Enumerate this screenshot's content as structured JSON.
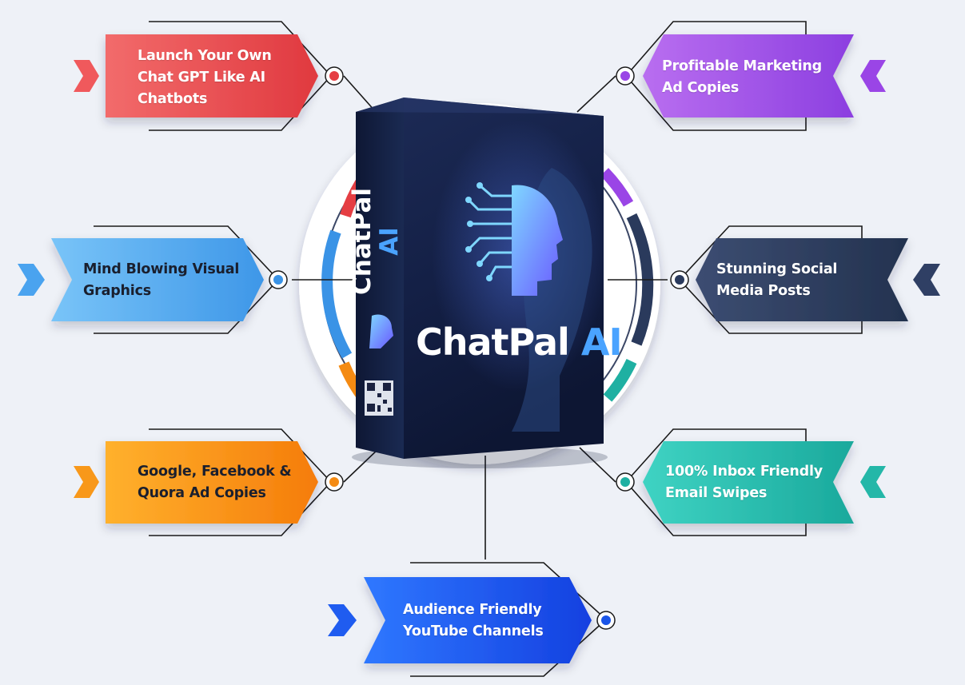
{
  "product": {
    "name": "ChatPal",
    "suffix": "AI",
    "icon": "circuit-head-icon"
  },
  "features": [
    {
      "id": "chatbots",
      "lines": [
        "Launch Your Own",
        "Chat GPT Like AI",
        "Chatbots"
      ],
      "color_from": "#f26b6b",
      "color_to": "#e0393f",
      "dot": "#e53e43"
    },
    {
      "id": "marketing",
      "lines": [
        "Profitable Marketing",
        "Ad Copies"
      ],
      "color_from": "#b96ef0",
      "color_to": "#8c3fe0",
      "dot": "#9a45e6"
    },
    {
      "id": "graphics",
      "lines": [
        "Mind Blowing Visual",
        "Graphics"
      ],
      "color_from": "#79c4f8",
      "color_to": "#3e97e8",
      "dot": "#3a93e6"
    },
    {
      "id": "social",
      "lines": [
        "Stunning Social",
        "Media Posts"
      ],
      "color_from": "#3c4d72",
      "color_to": "#23324f",
      "dot": "#2a3a5c"
    },
    {
      "id": "adcopies",
      "lines": [
        "Google, Facebook &",
        "Quora Ad Copies"
      ],
      "color_from": "#ffb12d",
      "color_to": "#f57c0a",
      "dot": "#f48a12"
    },
    {
      "id": "email",
      "lines": [
        "100% Inbox Friendly",
        "Email Swipes"
      ],
      "color_from": "#3fd3c3",
      "color_to": "#1aa99c",
      "dot": "#1fb0a2"
    },
    {
      "id": "youtube",
      "lines": [
        "Audience Friendly",
        "YouTube Channels"
      ],
      "color_from": "#2f78ff",
      "color_to": "#1440e0",
      "dot": "#1a55e8"
    }
  ]
}
